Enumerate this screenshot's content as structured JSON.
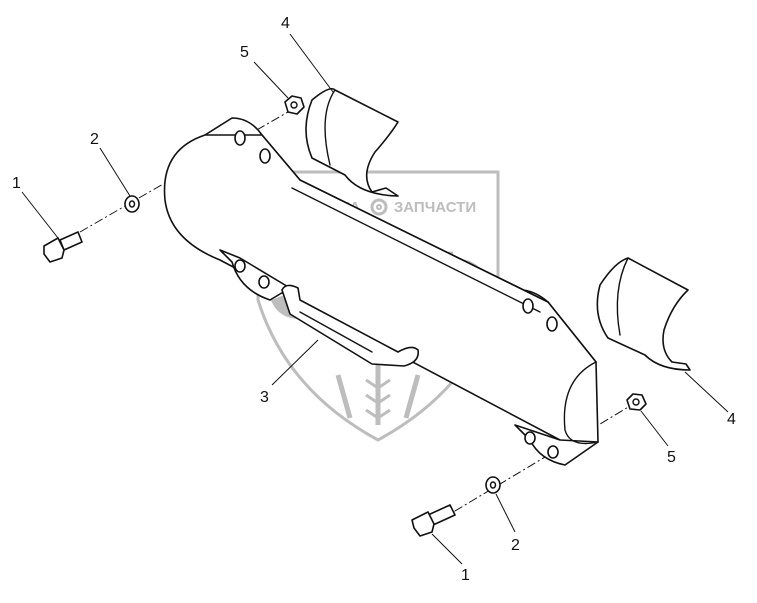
{
  "watermark": {
    "top_line_left": "ТЕХНИКА",
    "top_line_right": "ЗАПЧАСТИ",
    "logo": "ЭПФ",
    "color": "#bdbdbd"
  },
  "callouts": {
    "bolt_upper": "1",
    "washer_upper": "2",
    "handle": "3",
    "liner_upper": "4",
    "nut_upper": "5",
    "bolt_lower": "1",
    "washer_lower": "2",
    "liner_lower": "4",
    "nut_lower": "5"
  }
}
